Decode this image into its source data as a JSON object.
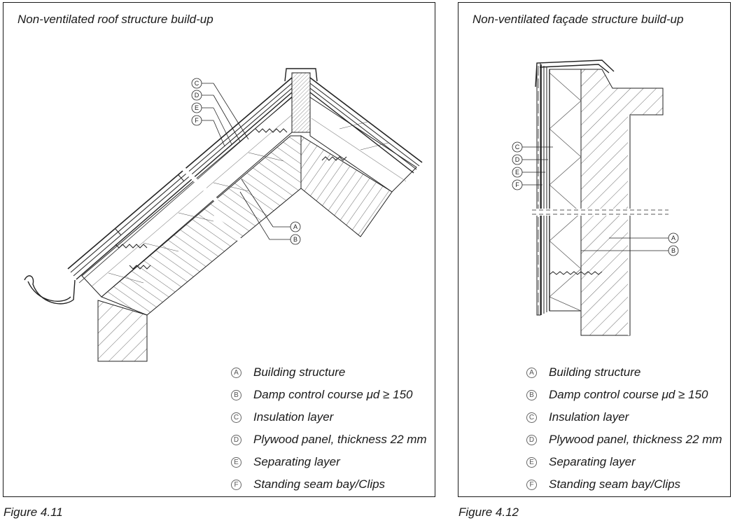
{
  "figures": [
    {
      "title": "Non-ventilated roof structure build-up",
      "caption": "Figure 4.11",
      "legend": [
        {
          "key": "A",
          "text": "Building structure"
        },
        {
          "key": "B",
          "text": "Damp control course μd ≥ 150"
        },
        {
          "key": "C",
          "text": "Insulation layer"
        },
        {
          "key": "D",
          "text": "Plywood panel, thickness 22 mm"
        },
        {
          "key": "E",
          "text": "Separating layer"
        },
        {
          "key": "F",
          "text": "Standing seam bay/Clips"
        }
      ]
    },
    {
      "title": "Non-ventilated façade structure build-up",
      "caption": "Figure 4.12",
      "legend": [
        {
          "key": "A",
          "text": "Building structure"
        },
        {
          "key": "B",
          "text": "Damp control course μd ≥ 150"
        },
        {
          "key": "C",
          "text": "Insulation layer"
        },
        {
          "key": "D",
          "text": "Plywood panel, thickness 22 mm"
        },
        {
          "key": "E",
          "text": "Separating layer"
        },
        {
          "key": "F",
          "text": "Standing seam bay/Clips"
        }
      ]
    }
  ],
  "callout_keys": {
    "roof": {
      "c": "C",
      "d": "D",
      "e": "E",
      "f": "F",
      "a": "A",
      "b": "B"
    },
    "facade": {
      "c": "C",
      "d": "D",
      "e": "E",
      "f": "F",
      "a": "A",
      "b": "B"
    }
  }
}
